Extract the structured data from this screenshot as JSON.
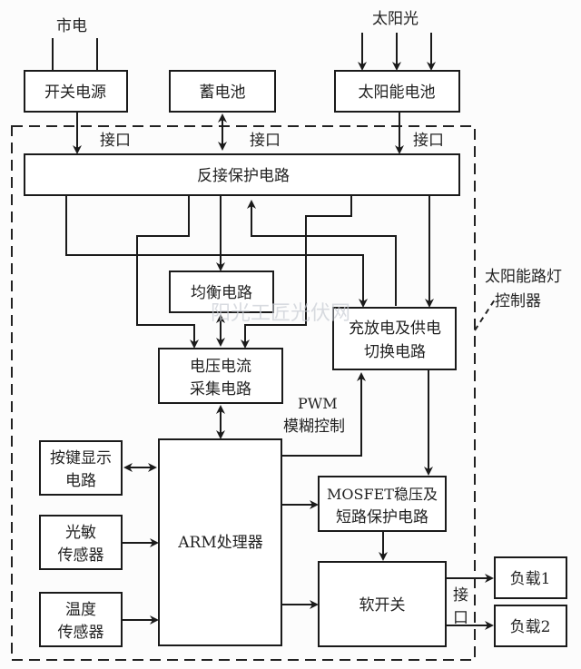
{
  "diagram": {
    "title_annotation": [
      "太阳能路灯",
      "控制器"
    ],
    "inputs": {
      "grid": "市电",
      "sunlight": "太阳光"
    },
    "interface_label": "接口",
    "interface_label_vertical": [
      "接",
      "口"
    ],
    "blocks": {
      "switching_power": [
        "开关电源"
      ],
      "battery": [
        "蓄电池"
      ],
      "solar_cell": [
        "太阳能电池"
      ],
      "reverse_protection": [
        "反接保护电路"
      ],
      "equalization": [
        "均衡电路"
      ],
      "charge_switch": [
        "充放电及供电",
        "切换电路"
      ],
      "vi_sampling": [
        "电压电流",
        "采集电路"
      ],
      "keypad_display": [
        "按键显示",
        "电路"
      ],
      "light_sensor": [
        "光敏",
        "传感器"
      ],
      "temp_sensor": [
        "温度",
        "传感器"
      ],
      "arm": [
        "ARM处理器"
      ],
      "mosfet": [
        "MOSFET稳压及",
        "短路保护电路"
      ],
      "soft_switch": [
        "软开关"
      ],
      "load1": [
        "负载1"
      ],
      "load2": [
        "负载2"
      ]
    },
    "pwm_label": [
      "PWM",
      "模糊控制"
    ],
    "watermark": "阳光工匠光伏网",
    "connections": [
      {
        "from": "市电",
        "to": "开关电源",
        "type": "line"
      },
      {
        "from": "太阳光",
        "to": "太阳能电池",
        "type": "arrow"
      },
      {
        "from": "开关电源",
        "to": "反接保护电路",
        "type": "arrow"
      },
      {
        "from": "蓄电池",
        "to": "反接保护电路",
        "type": "bidirectional"
      },
      {
        "from": "太阳能电池",
        "to": "反接保护电路",
        "type": "arrow"
      },
      {
        "from": "反接保护电路",
        "to": "均衡电路",
        "type": "arrow"
      },
      {
        "from": "反接保护电路",
        "to": "充放电及供电切换电路",
        "type": "arrow"
      },
      {
        "from": "充放电及供电切换电路",
        "to": "反接保护电路",
        "type": "arrow"
      },
      {
        "from": "反接保护电路",
        "to": "电压电流采集电路",
        "type": "arrow"
      },
      {
        "from": "均衡电路",
        "to": "电压电流采集电路",
        "type": "bidirectional"
      },
      {
        "from": "电压电流采集电路",
        "to": "ARM处理器",
        "type": "bidirectional"
      },
      {
        "from": "ARM处理器",
        "to": "充放电及供电切换电路",
        "type": "arrow",
        "label": "PWM 模糊控制"
      },
      {
        "from": "按键显示电路",
        "to": "ARM处理器",
        "type": "bidirectional"
      },
      {
        "from": "光敏传感器",
        "to": "ARM处理器",
        "type": "arrow"
      },
      {
        "from": "温度传感器",
        "to": "ARM处理器",
        "type": "arrow"
      },
      {
        "from": "ARM处理器",
        "to": "MOSFET稳压及短路保护电路",
        "type": "arrow"
      },
      {
        "from": "ARM处理器",
        "to": "软开关",
        "type": "arrow"
      },
      {
        "from": "充放电及供电切换电路",
        "to": "MOSFET稳压及短路保护电路",
        "type": "arrow"
      },
      {
        "from": "MOSFET稳压及短路保护电路",
        "to": "软开关",
        "type": "arrow"
      },
      {
        "from": "软开关",
        "to": "负载1",
        "type": "arrow"
      },
      {
        "from": "软开关",
        "to": "负载2",
        "type": "arrow"
      }
    ]
  }
}
